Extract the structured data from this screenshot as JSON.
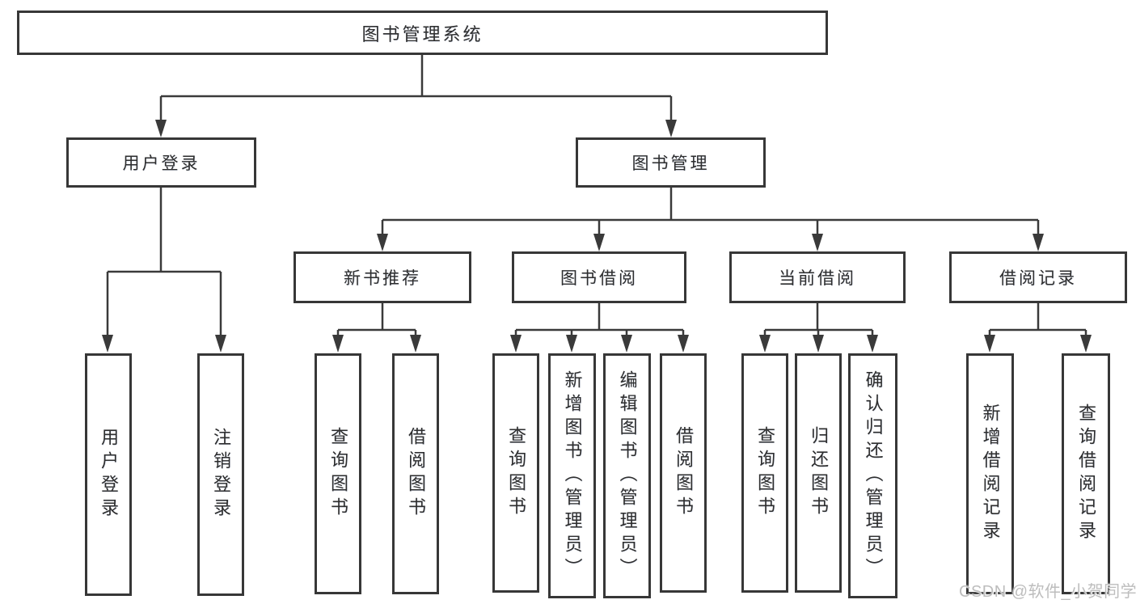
{
  "diagram": {
    "root": {
      "label": "图书管理系统"
    },
    "level2": {
      "user_login": {
        "label": "用户登录"
      },
      "book_mgmt": {
        "label": "图书管理"
      }
    },
    "level3": {
      "new_books": {
        "label": "新书推荐"
      },
      "book_borrow": {
        "label": "图书借阅"
      },
      "current_borrow": {
        "label": "当前借阅"
      },
      "borrow_records": {
        "label": "借阅记录"
      }
    },
    "leaves": {
      "user_login_leaf": {
        "label": "用户登录"
      },
      "logout_leaf": {
        "label": "注销登录"
      },
      "nb_query": {
        "label": "查询图书"
      },
      "nb_borrow": {
        "label": "借阅图书"
      },
      "bb_query": {
        "label": "查询图书"
      },
      "bb_add": {
        "label": "新增图书（管理员）"
      },
      "bb_edit": {
        "label": "编辑图书（管理员）"
      },
      "bb_borrow": {
        "label": "借阅图书"
      },
      "cb_query": {
        "label": "查询图书"
      },
      "cb_return": {
        "label": "归还图书"
      },
      "cb_confirm": {
        "label": "确认归还（管理员）"
      },
      "br_add": {
        "label": "新增借阅记录"
      },
      "br_query": {
        "label": "查询借阅记录"
      }
    }
  },
  "watermark": {
    "text": "CSDN @软件_小贺同学"
  },
  "colors": {
    "line": "#3a3a3a",
    "box_border": "#373737",
    "text": "#2e2e2e",
    "background": "#ffffff",
    "watermark": "#bdbdbd"
  }
}
